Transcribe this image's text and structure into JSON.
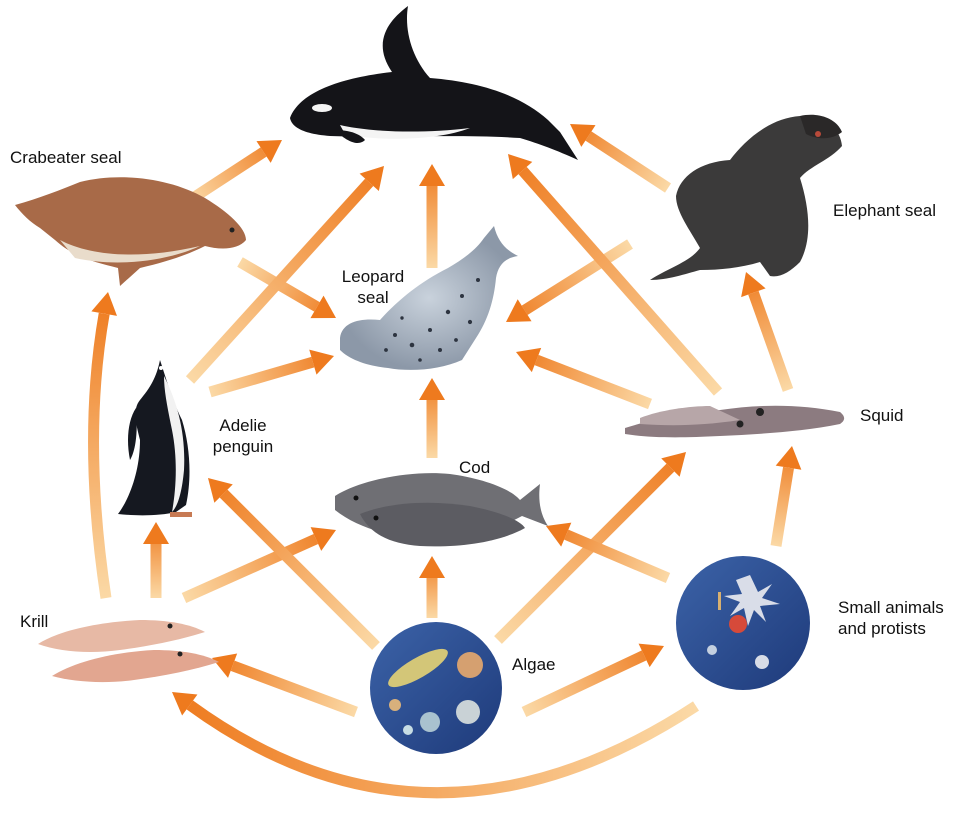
{
  "colors": {
    "arrow_dark": "#ee7a1e",
    "arrow_light": "#fbd9a6",
    "water_dark": "#1e3a7a",
    "water_light": "#3c63a8"
  },
  "labels": {
    "crabeater_seal": "Crabeater seal",
    "elephant_seal": "Elephant seal",
    "leopard_seal_line1": "Leopard",
    "leopard_seal_line2": "seal",
    "adelie_line1": "Adelie",
    "adelie_line2": "penguin",
    "squid": "Squid",
    "cod": "Cod",
    "krill": "Krill",
    "algae": "Algae",
    "small_animals_line1": "Small animals",
    "small_animals_line2": "and protists"
  },
  "organisms": [
    {
      "id": "orca",
      "icon": "orca-icon"
    },
    {
      "id": "crabeater-seal",
      "icon": "crabeater-seal-icon"
    },
    {
      "id": "elephant-seal",
      "icon": "elephant-seal-icon"
    },
    {
      "id": "leopard-seal",
      "icon": "leopard-seal-icon"
    },
    {
      "id": "adelie-penguin",
      "icon": "penguin-icon"
    },
    {
      "id": "squid",
      "icon": "squid-icon"
    },
    {
      "id": "cod",
      "icon": "cod-icon"
    },
    {
      "id": "krill",
      "icon": "krill-icon"
    },
    {
      "id": "algae",
      "icon": "algae-icon"
    },
    {
      "id": "small-animals",
      "icon": "plankton-icon"
    }
  ],
  "links": [
    {
      "from": "crabeater-seal",
      "to": "orca"
    },
    {
      "from": "crabeater-seal",
      "to": "leopard-seal"
    },
    {
      "from": "elephant-seal",
      "to": "orca"
    },
    {
      "from": "elephant-seal",
      "to": "leopard-seal"
    },
    {
      "from": "leopard-seal",
      "to": "orca"
    },
    {
      "from": "adelie-penguin",
      "to": "orca"
    },
    {
      "from": "adelie-penguin",
      "to": "leopard-seal"
    },
    {
      "from": "squid",
      "to": "orca"
    },
    {
      "from": "squid",
      "to": "leopard-seal"
    },
    {
      "from": "squid",
      "to": "elephant-seal"
    },
    {
      "from": "cod",
      "to": "leopard-seal"
    },
    {
      "from": "krill",
      "to": "crabeater-seal"
    },
    {
      "from": "krill",
      "to": "adelie-penguin"
    },
    {
      "from": "krill",
      "to": "cod"
    },
    {
      "from": "algae",
      "to": "krill"
    },
    {
      "from": "algae",
      "to": "cod"
    },
    {
      "from": "algae",
      "to": "adelie-penguin"
    },
    {
      "from": "algae",
      "to": "squid"
    },
    {
      "from": "algae",
      "to": "small-animals"
    },
    {
      "from": "small-animals",
      "to": "cod"
    },
    {
      "from": "small-animals",
      "to": "squid"
    },
    {
      "from": "small-animals",
      "to": "krill"
    }
  ]
}
